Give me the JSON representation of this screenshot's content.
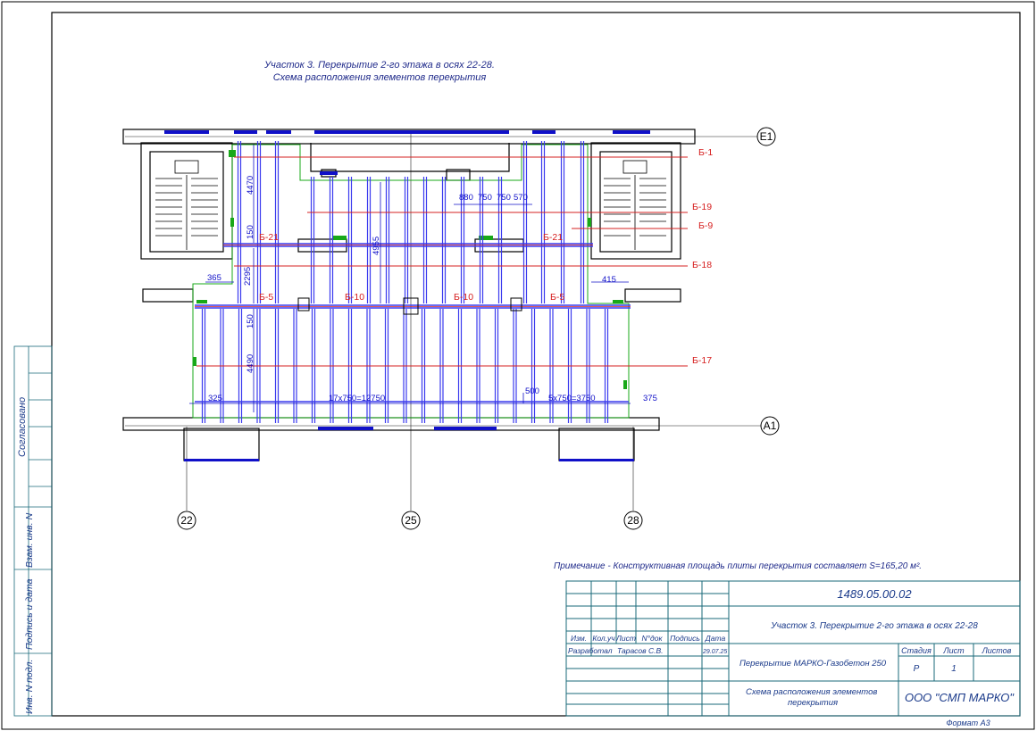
{
  "title": {
    "line1": "Участок 3. Перекрытие 2-го этажа в осях 22-28.",
    "line2": "Схема расположения элементов перекрытия"
  },
  "axes": {
    "row_top": "Е1",
    "row_bottom": "А1",
    "col_left": "22",
    "col_mid": "25",
    "col_right": "28"
  },
  "beams": {
    "b1": "Б-1",
    "b19": "Б-19",
    "b9": "Б-9",
    "b21_left": "Б-21",
    "b21_right": "Б-21",
    "b18": "Б-18",
    "b5_left": "Б-5",
    "b10_left": "Б-10",
    "b10_right": "Б-10",
    "b5_right": "Б-5",
    "b17": "Б-17"
  },
  "dims": {
    "d4470": "4470",
    "d150_top": "150",
    "d4955": "4955",
    "d2295": "2295",
    "d365": "365",
    "d415": "415",
    "d150_bot": "150",
    "d4490": "4490",
    "d325": "325",
    "d17x750": "17x750=12750",
    "d500": "500",
    "d5x750": "5x750=3750",
    "d375": "375",
    "d880": "880",
    "d750a": "750",
    "d750b": "750",
    "d570": "570"
  },
  "side_stamp": {
    "soglasovano": "Согласовано",
    "vzam_inv": "Взам. инв. N",
    "podpis_data": "Подпись и дата",
    "inv_podl": "Инв. N подл."
  },
  "note": "Примечание - Конструктивная площадь плиты перекрытия составляет S=165,20 м².",
  "title_block": {
    "doc_code": "1489.05.00.02",
    "sheet_title": "Участок 3. Перекрытие 2-го этажа в осях 22-28",
    "hdr_izm": "Изм.",
    "hdr_koluch": "Кол.уч",
    "hdr_list": "Лист",
    "hdr_ndok": "N°док",
    "hdr_podpis": "Подпись",
    "hdr_data": "Дата",
    "role": "Разработал",
    "name": "Тарасов С.В.",
    "date": "29.07.25",
    "object": "Перекрытие МАРКО-Газобетон 250",
    "stadia_h": "Стадия",
    "list_h": "Лист",
    "listov_h": "Листов",
    "stadia": "Р",
    "list": "1",
    "drawing": "Схема расположения элементов перекрытия",
    "company": "ООО \"СМП МАРКО\""
  },
  "format_label": "Формат А3",
  "colors": {
    "frame": "#000000",
    "title_text": "#1f2a8a",
    "walls": "#000000",
    "ribs": "#3a3aee",
    "beams": "#d62020",
    "support": "#18a818",
    "window": "#1010c8",
    "axis": "#202020",
    "stamp_line": "#1a6a7a",
    "stamp_text": "#1a3a8a"
  }
}
